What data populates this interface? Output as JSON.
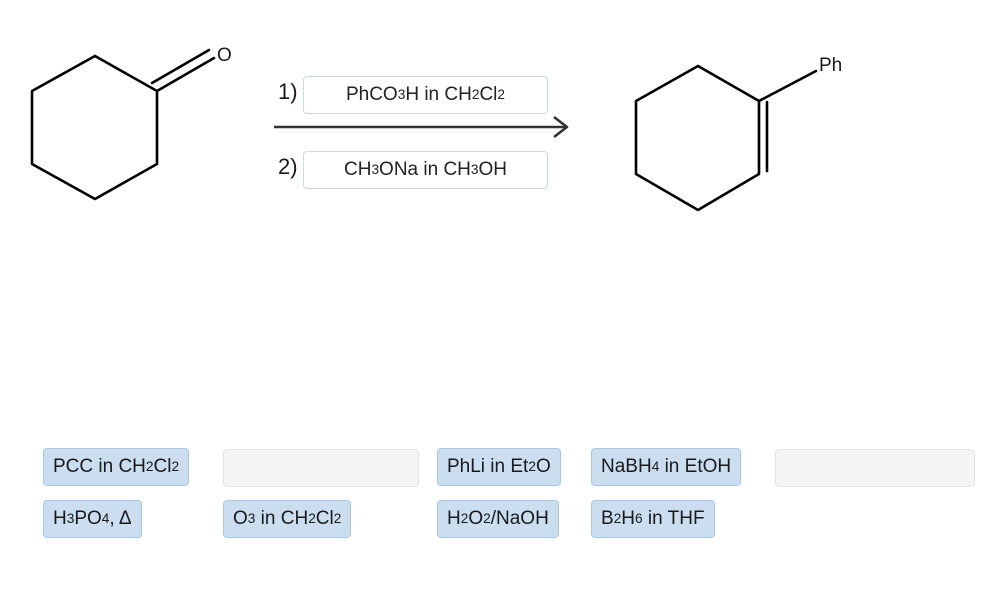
{
  "reactant": {
    "atom_O": "O"
  },
  "product": {
    "substituent": "Ph"
  },
  "steps": [
    {
      "number": "1)",
      "reagent": [
        {
          "t": "PhCO"
        },
        {
          "t": "3",
          "s": true
        },
        {
          "t": "H in CH"
        },
        {
          "t": "2",
          "s": true
        },
        {
          "t": "Cl"
        },
        {
          "t": "2",
          "s": true
        }
      ]
    },
    {
      "number": "2)",
      "reagent": [
        {
          "t": "CH"
        },
        {
          "t": "3",
          "s": true
        },
        {
          "t": "ONa in CH"
        },
        {
          "t": "3",
          "s": true
        },
        {
          "t": "OH"
        }
      ]
    }
  ],
  "reagent_bank": [
    {
      "id": "pcc",
      "parts": [
        {
          "t": "PCC in CH"
        },
        {
          "t": "2",
          "s": true
        },
        {
          "t": "Cl"
        },
        {
          "t": "2",
          "s": true
        }
      ]
    },
    {
      "id": "empty1",
      "empty": true
    },
    {
      "id": "phli",
      "parts": [
        {
          "t": "PhLi in Et"
        },
        {
          "t": "2",
          "s": true
        },
        {
          "t": "O"
        }
      ]
    },
    {
      "id": "nabh4",
      "parts": [
        {
          "t": "NaBH"
        },
        {
          "t": "4",
          "s": true
        },
        {
          "t": " in EtOH"
        }
      ]
    },
    {
      "id": "empty2",
      "empty": true
    },
    {
      "id": "h3po4",
      "parts": [
        {
          "t": "H"
        },
        {
          "t": "3",
          "s": true
        },
        {
          "t": "PO"
        },
        {
          "t": "4",
          "s": true
        },
        {
          "t": ", Δ"
        }
      ]
    },
    {
      "id": "o3",
      "parts": [
        {
          "t": "O"
        },
        {
          "t": "3",
          "s": true
        },
        {
          "t": " in CH"
        },
        {
          "t": "2",
          "s": true
        },
        {
          "t": "Cl"
        },
        {
          "t": "2",
          "s": true
        }
      ]
    },
    {
      "id": "h2o2",
      "parts": [
        {
          "t": "H"
        },
        {
          "t": "2",
          "s": true
        },
        {
          "t": "O"
        },
        {
          "t": "2",
          "s": true
        },
        {
          "t": "/NaOH"
        }
      ]
    },
    {
      "id": "b2h6",
      "parts": [
        {
          "t": "B"
        },
        {
          "t": "2",
          "s": true
        },
        {
          "t": "H"
        },
        {
          "t": "6",
          "s": true
        },
        {
          "t": " in THF"
        }
      ]
    }
  ]
}
